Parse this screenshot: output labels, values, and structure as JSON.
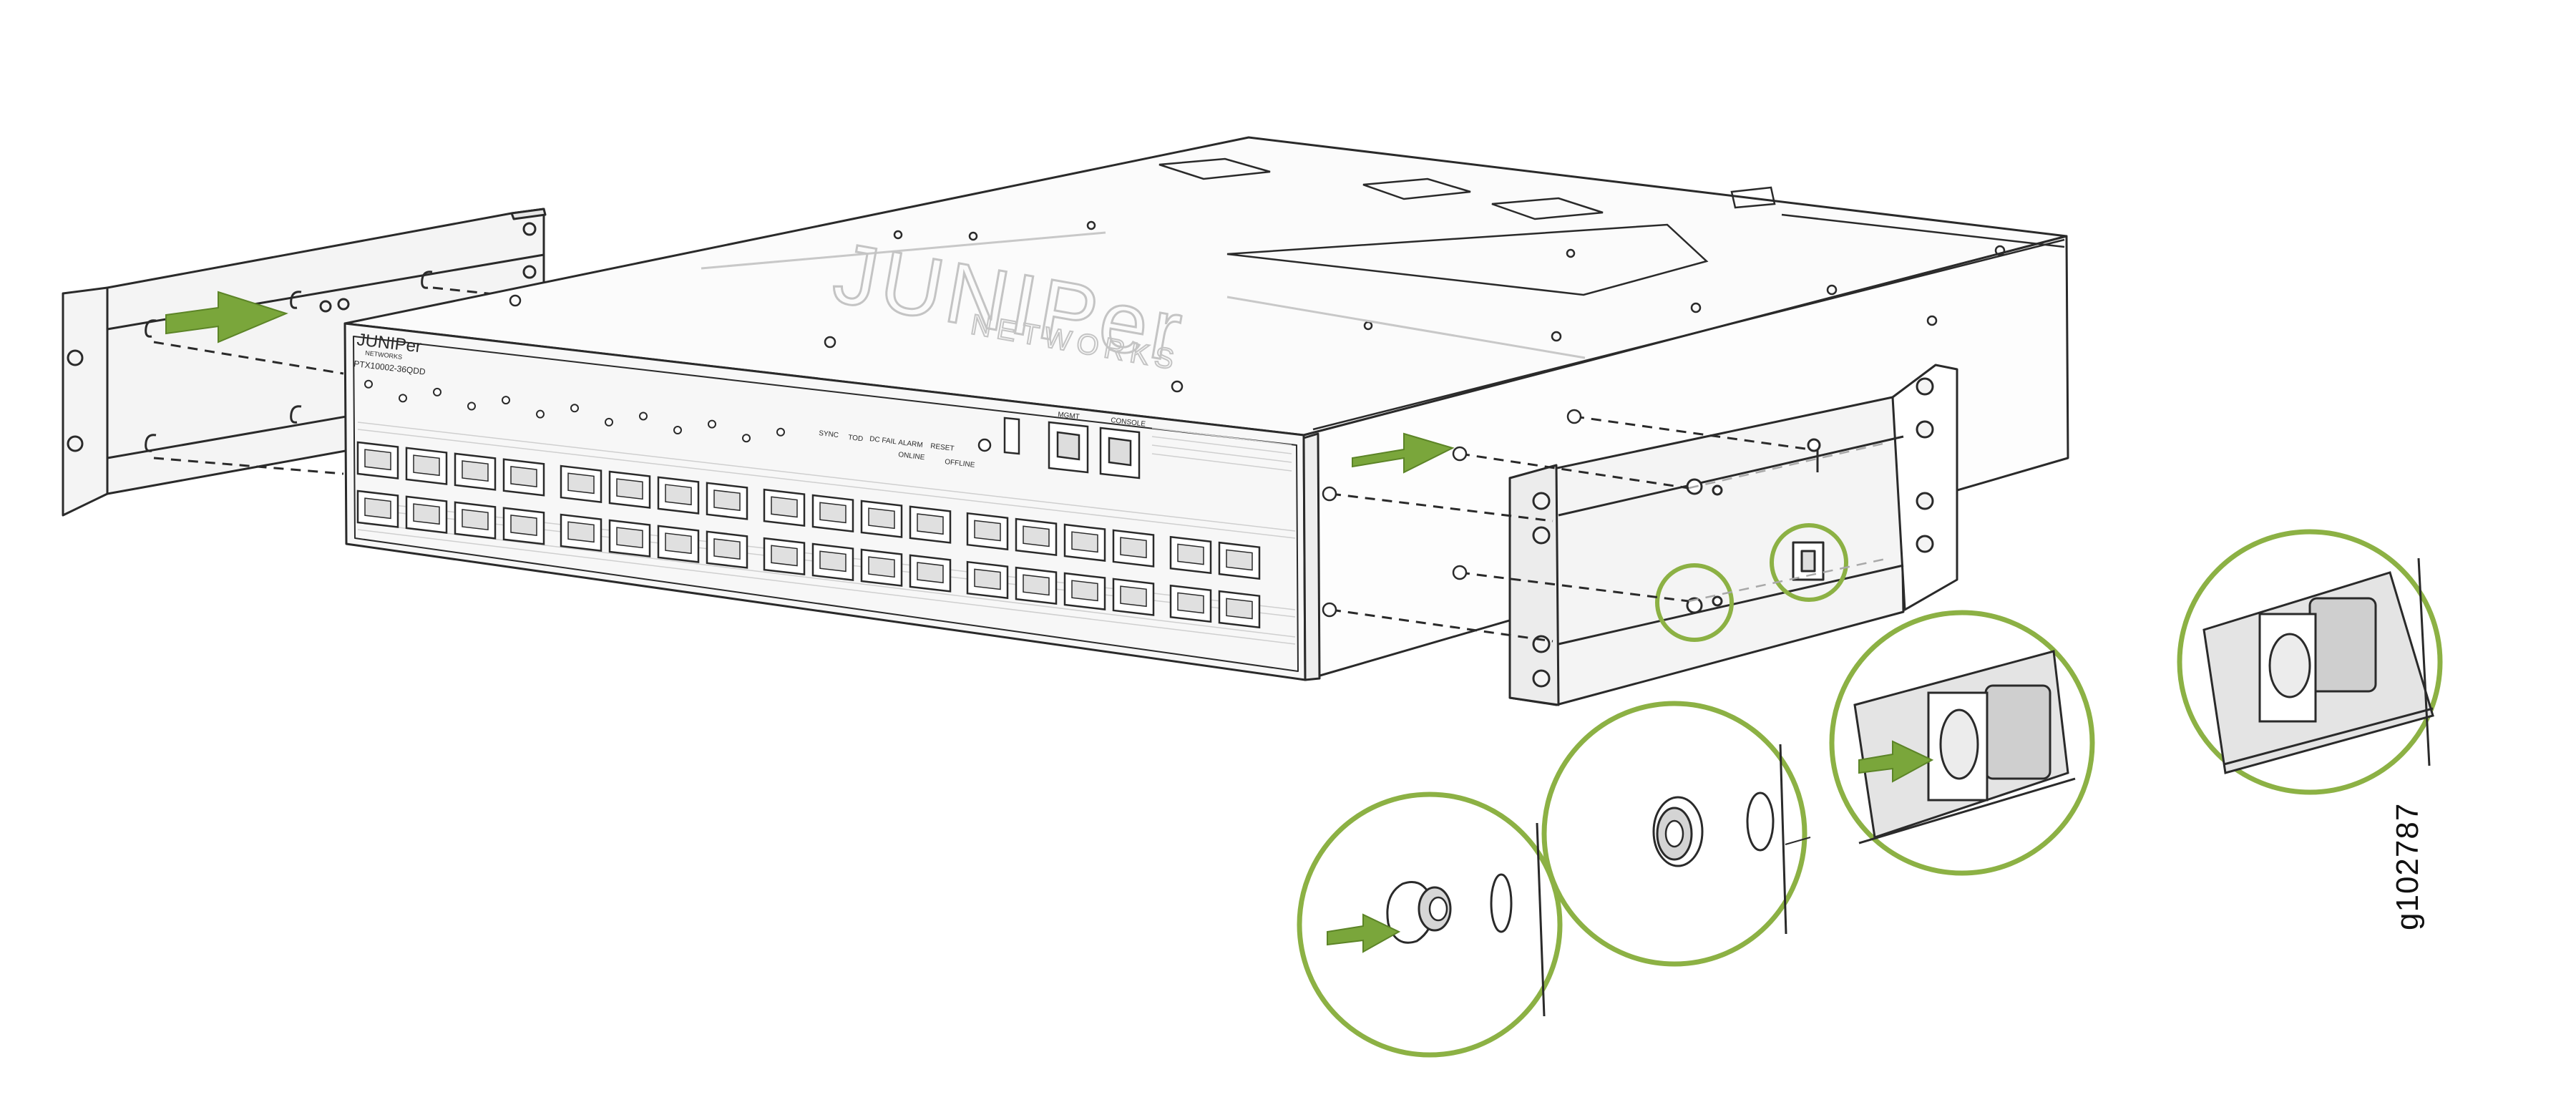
{
  "figure_id": "g102787",
  "colors": {
    "line": "#2a2a2a",
    "light_line": "#9a9a9a",
    "face": "#f4f4f4",
    "accent": "#7aa63b",
    "accent_dark": "#5c8427",
    "circle": "#8cb144"
  },
  "device": {
    "brand": "JUNIPer",
    "brand_sub": "NETWORKS",
    "model": "PTX10002-36QDD",
    "watermark_brand": "JUNIPer",
    "watermark_sub": "NETWORKS",
    "port_count": 36
  },
  "front_panel_labels": {
    "sync": "SYNC",
    "tod": "TOD",
    "dc_fail": "DC FAIL",
    "alarm": "ALARM",
    "online": "ONLINE",
    "reset": "RESET",
    "offline": "OFFLINE",
    "mgmt": "MGMT",
    "console": "CONSOLE"
  },
  "callouts": [
    {
      "name": "detail-pin-push",
      "icon": "arrow-icon"
    },
    {
      "name": "detail-pin-seated"
    },
    {
      "name": "detail-latch-push",
      "icon": "arrow-icon"
    },
    {
      "name": "detail-latch-locked"
    }
  ]
}
